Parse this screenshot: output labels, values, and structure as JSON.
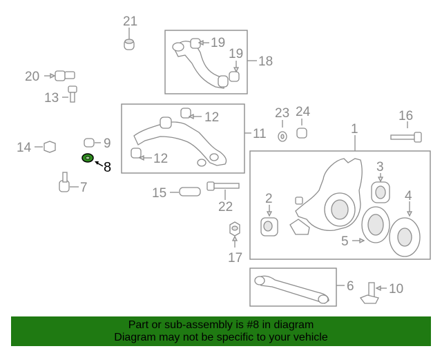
{
  "callouts": {
    "c1": "1",
    "c2": "2",
    "c3": "3",
    "c4": "4",
    "c5": "5",
    "c6": "6",
    "c7": "7",
    "c8": "8",
    "c9": "9",
    "c10": "10",
    "c11": "11",
    "c12a": "12",
    "c12b": "12",
    "c13": "13",
    "c14": "14",
    "c15": "15",
    "c16": "16",
    "c17": "17",
    "c18": "18",
    "c19a": "19",
    "c19b": "19",
    "c20": "20",
    "c21": "21",
    "c22": "22",
    "c23": "23",
    "c24": "24"
  },
  "highlight_part": "8",
  "colors": {
    "banner": "#1f7a12",
    "line_art": "#8c8c8c",
    "highlight": "#2e8b1e"
  },
  "banner": {
    "line1": "Part or sub-assembly is #8 in diagram",
    "line2": "Diagram may not be specific to your vehicle"
  }
}
